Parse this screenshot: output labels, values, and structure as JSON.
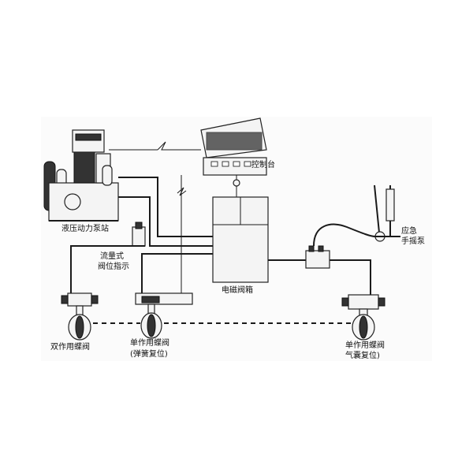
{
  "labels": {
    "hydraulic_station": "液压动力泵站",
    "control_console": "控制台",
    "flow_indicator_line1": "流量式",
    "flow_indicator_line2": "阀位指示",
    "solenoid_cabinet": "电磁阀箱",
    "emergency_pump_line1": "应急",
    "emergency_pump_line2": "手摇泵",
    "double_acting_valve": "双作用蝶阀",
    "single_acting_spring_line1": "单作用蝶阀",
    "single_acting_spring_line2": "(弹簧复位)",
    "single_acting_air_line1": "单作用蝶阀",
    "single_acting_air_line2": "气囊复位)"
  },
  "colors": {
    "line": "#1a1a1a",
    "equipment_fill": "#f4f4f4"
  }
}
